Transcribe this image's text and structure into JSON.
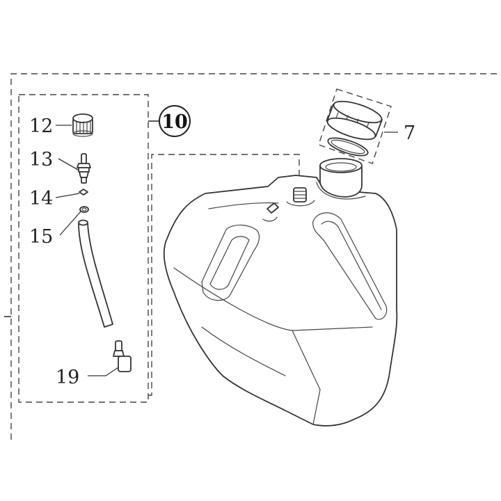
{
  "diagram": {
    "callouts": {
      "assembly": "10",
      "cap": "7",
      "part_12": "12",
      "part_13": "13",
      "part_14": "14",
      "part_15": "15",
      "part_19": "19"
    },
    "parts": [
      {
        "number": "7",
        "depicts": "filler-cap-and-seal-ring"
      },
      {
        "number": "10",
        "depicts": "hose-assembly-group"
      },
      {
        "number": "12",
        "depicts": "knurled-cap"
      },
      {
        "number": "13",
        "depicts": "hose-barb-fitting"
      },
      {
        "number": "14",
        "depicts": "o-ring"
      },
      {
        "number": "15",
        "depicts": "small-ring"
      },
      {
        "number": "19",
        "depicts": "hose-end-fitting"
      }
    ]
  }
}
